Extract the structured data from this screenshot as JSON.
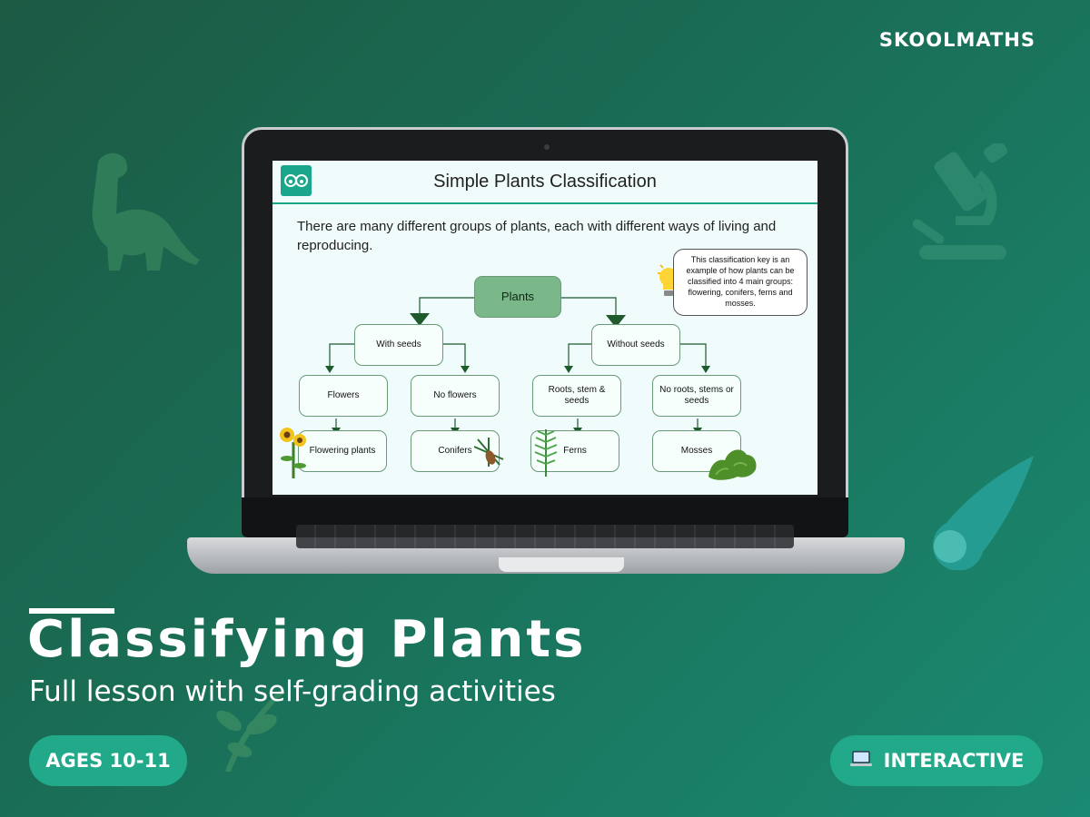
{
  "brand": "SKOOLMATHS",
  "slide": {
    "title": "Simple Plants Classification",
    "intro": "There are many different groups of plants, each with different ways of living and reproducing.",
    "tip": "This classification key is an example of how plants can be classified into 4 main groups: flowering, conifers, ferns and mosses.",
    "tree": {
      "root": "Plants",
      "with_seeds": "With seeds",
      "without_seeds": "Without seeds",
      "flowers": "Flowers",
      "no_flowers": "No flowers",
      "roots_stem_seeds": "Roots, stem & seeds",
      "no_roots": "No roots, stems or seeds",
      "flowering_plants": "Flowering plants",
      "conifers": "Conifers",
      "ferns": "Ferns",
      "mosses": "Mosses"
    }
  },
  "hero": {
    "title": "Classifying Plants",
    "subtitle": "Full lesson with self-grading activities"
  },
  "badges": {
    "ages": "AGES 10-11",
    "interactive": "INTERACTIVE",
    "interactive_icon": "laptop-icon"
  },
  "colors": {
    "accent": "#21a98a",
    "background_dark": "#1c5a44",
    "background_light": "#1b8a72",
    "root_node": "#7bb889"
  }
}
